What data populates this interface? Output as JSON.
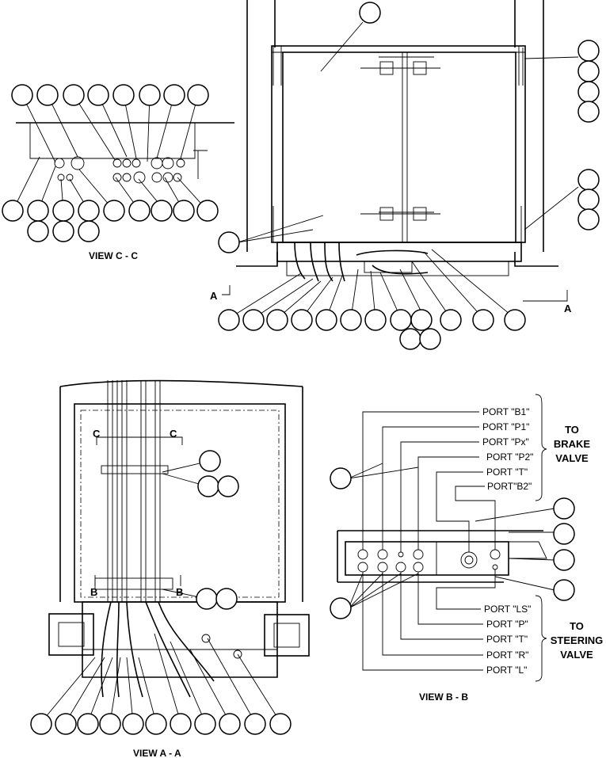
{
  "views": {
    "view_c": "VIEW C - C",
    "view_a": "VIEW A - A",
    "view_b": "VIEW B - B"
  },
  "section_markers": {
    "a_left": "A",
    "a_right": "A",
    "c_left": "C",
    "c_right": "C",
    "b_left": "B",
    "b_right": "B"
  },
  "ports": {
    "b1": "PORT \"B1\"",
    "p1": "PORT \"P1\"",
    "px": "PORT \"Px\"",
    "p2": "PORT \"P2\"",
    "t_upper": "PORT \"T\"",
    "b2": "PORT\"B2\"",
    "ls": "PORT \"LS\"",
    "p": "PORT \"P\"",
    "t_lower": "PORT \"T\"",
    "r": "PORT \"R\"",
    "l": "PORT \"L\""
  },
  "groups": {
    "brake": [
      "TO",
      "BRAKE",
      "VALVE"
    ],
    "steering": [
      "TO",
      "STEERING",
      "VALVE"
    ]
  }
}
